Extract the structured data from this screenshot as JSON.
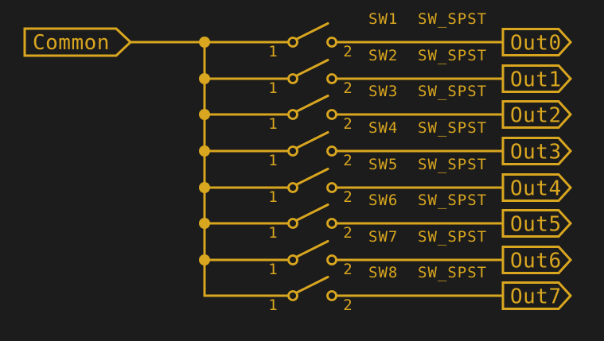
{
  "colors": {
    "background": "#1c1c1c",
    "foreground": "#d9a61f"
  },
  "labels": {
    "common": "Common"
  },
  "rows": [
    {
      "ref": "SW1",
      "value": "SW_SPST",
      "pin1": "1",
      "pin2": "2",
      "out": "Out0"
    },
    {
      "ref": "SW2",
      "value": "SW_SPST",
      "pin1": "1",
      "pin2": "2",
      "out": "Out1"
    },
    {
      "ref": "SW3",
      "value": "SW_SPST",
      "pin1": "1",
      "pin2": "2",
      "out": "Out2"
    },
    {
      "ref": "SW4",
      "value": "SW_SPST",
      "pin1": "1",
      "pin2": "2",
      "out": "Out3"
    },
    {
      "ref": "SW5",
      "value": "SW_SPST",
      "pin1": "1",
      "pin2": "2",
      "out": "Out4"
    },
    {
      "ref": "SW6",
      "value": "SW_SPST",
      "pin1": "1",
      "pin2": "2",
      "out": "Out5"
    },
    {
      "ref": "SW7",
      "value": "SW_SPST",
      "pin1": "1",
      "pin2": "2",
      "out": "Out6"
    },
    {
      "ref": "SW8",
      "value": "SW_SPST",
      "pin1": "1",
      "pin2": "2",
      "out": "Out7"
    }
  ]
}
